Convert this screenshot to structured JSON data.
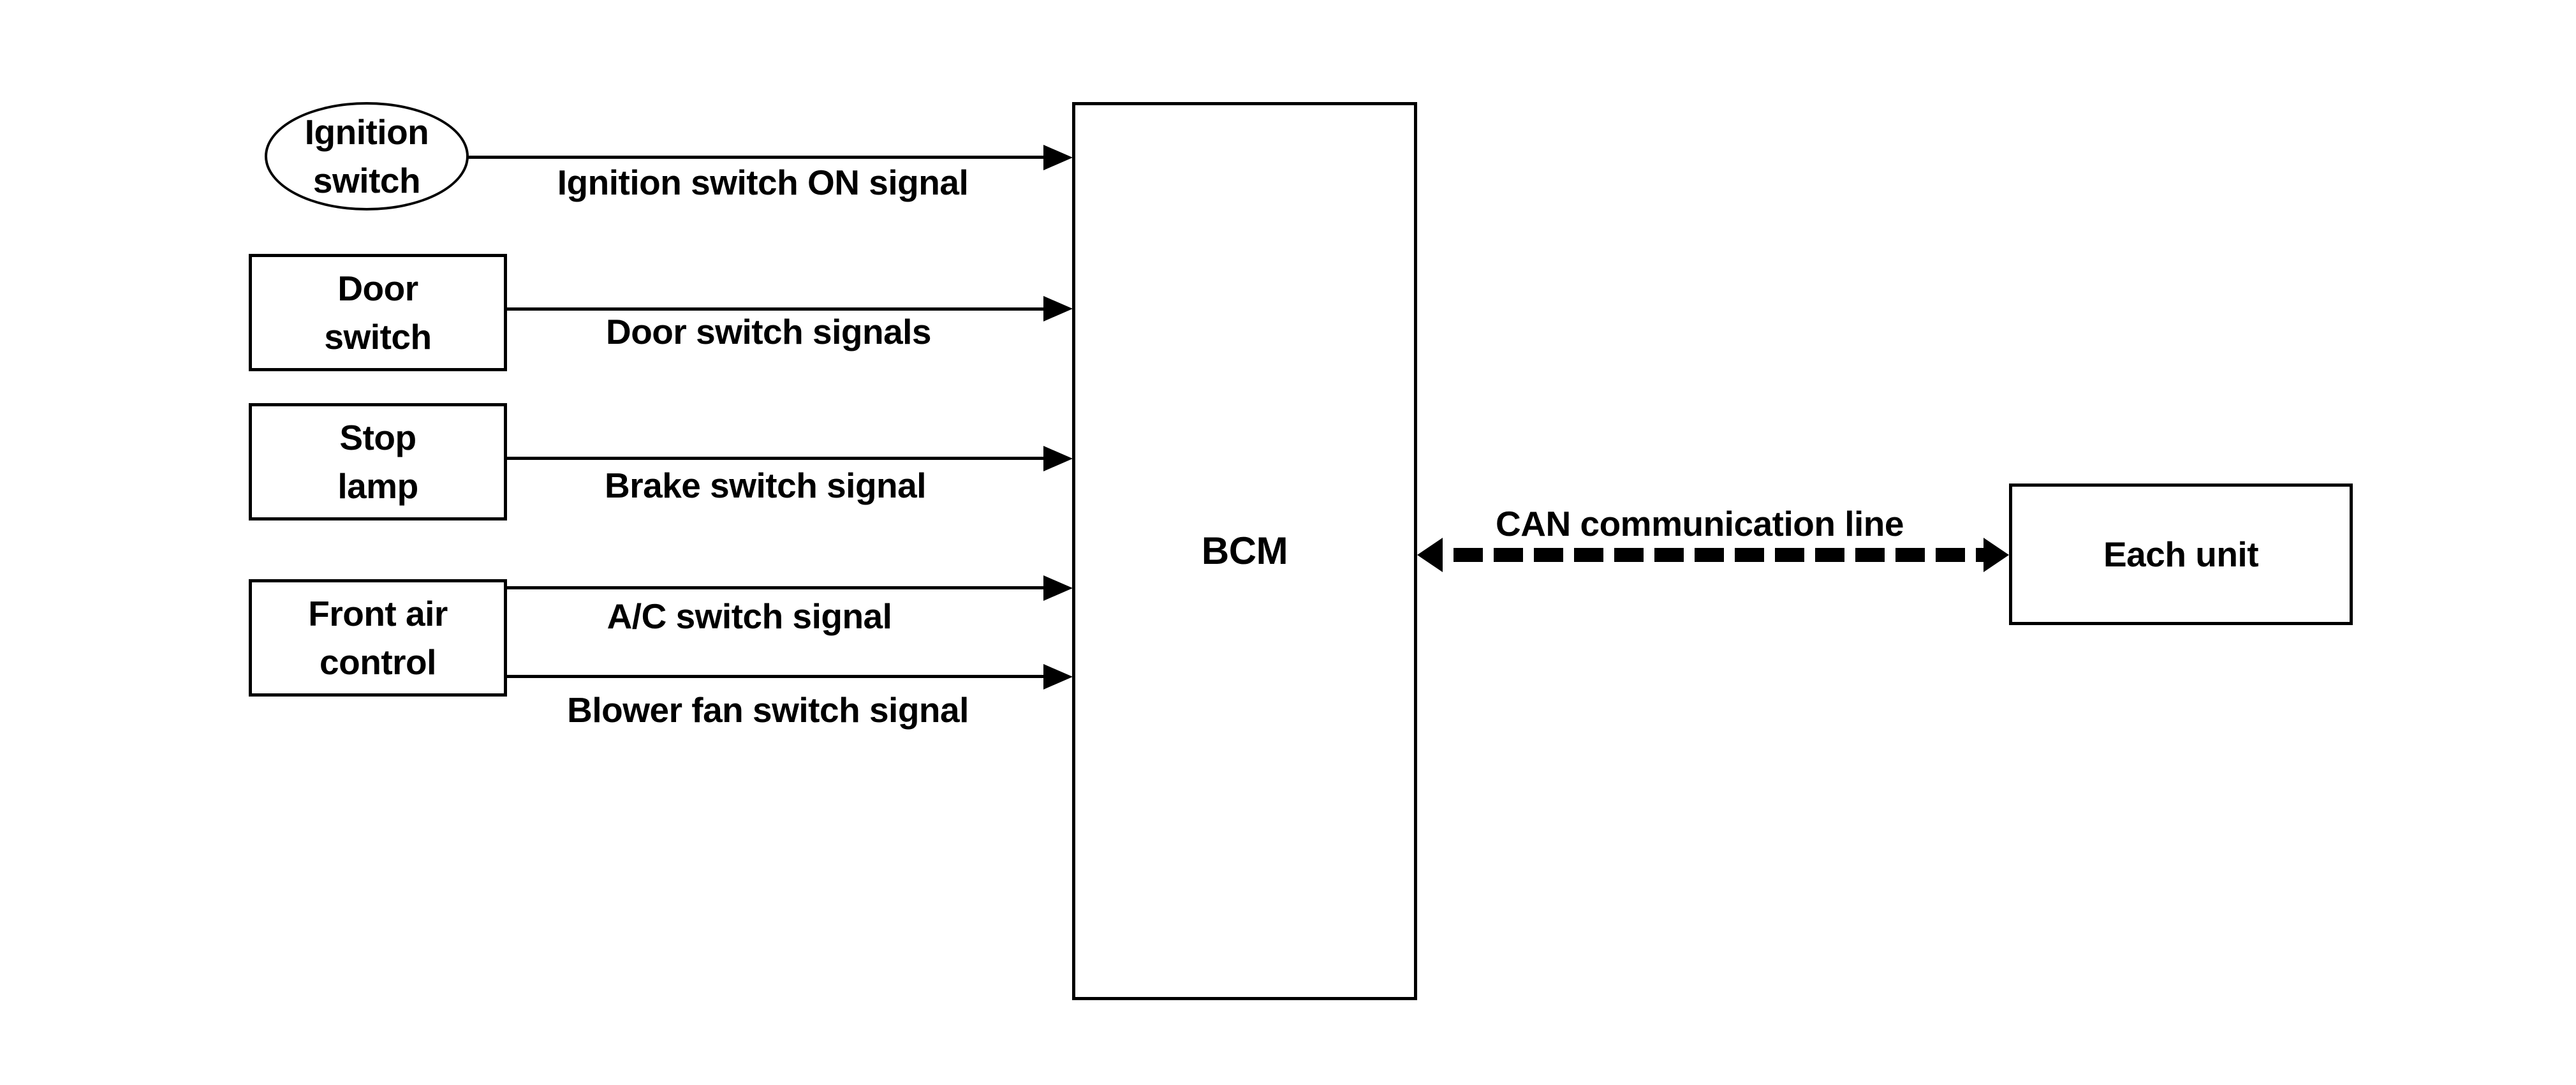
{
  "colors": {
    "ink": "#000000",
    "background": "#ffffff"
  },
  "nodes": {
    "ignition_switch": {
      "shape": "ellipse",
      "lines": [
        "Ignition",
        "switch"
      ]
    },
    "door_switch": {
      "shape": "rect",
      "lines": [
        "Door",
        "switch"
      ]
    },
    "stop_lamp": {
      "shape": "rect",
      "lines": [
        "Stop",
        "lamp"
      ]
    },
    "front_air_control": {
      "shape": "rect",
      "lines": [
        "Front air",
        "control"
      ]
    },
    "bcm": {
      "shape": "rect",
      "label": "BCM"
    },
    "each_unit": {
      "shape": "rect",
      "label": "Each unit"
    }
  },
  "signals": [
    {
      "label": "Ignition switch ON signal",
      "from": "Ignition switch",
      "to": "BCM"
    },
    {
      "label": "Door switch signals",
      "from": "Door switch",
      "to": "BCM"
    },
    {
      "label": "Brake switch signal",
      "from": "Stop lamp",
      "to": "BCM"
    },
    {
      "label": "A/C switch signal",
      "from": "Front air control",
      "to": "BCM"
    },
    {
      "label": "Blower fan switch signal",
      "from": "Front air control",
      "to": "BCM"
    }
  ],
  "bus": {
    "label": "CAN communication line",
    "between": [
      "BCM",
      "Each unit"
    ],
    "style": "striped-double-headed-arrow"
  }
}
